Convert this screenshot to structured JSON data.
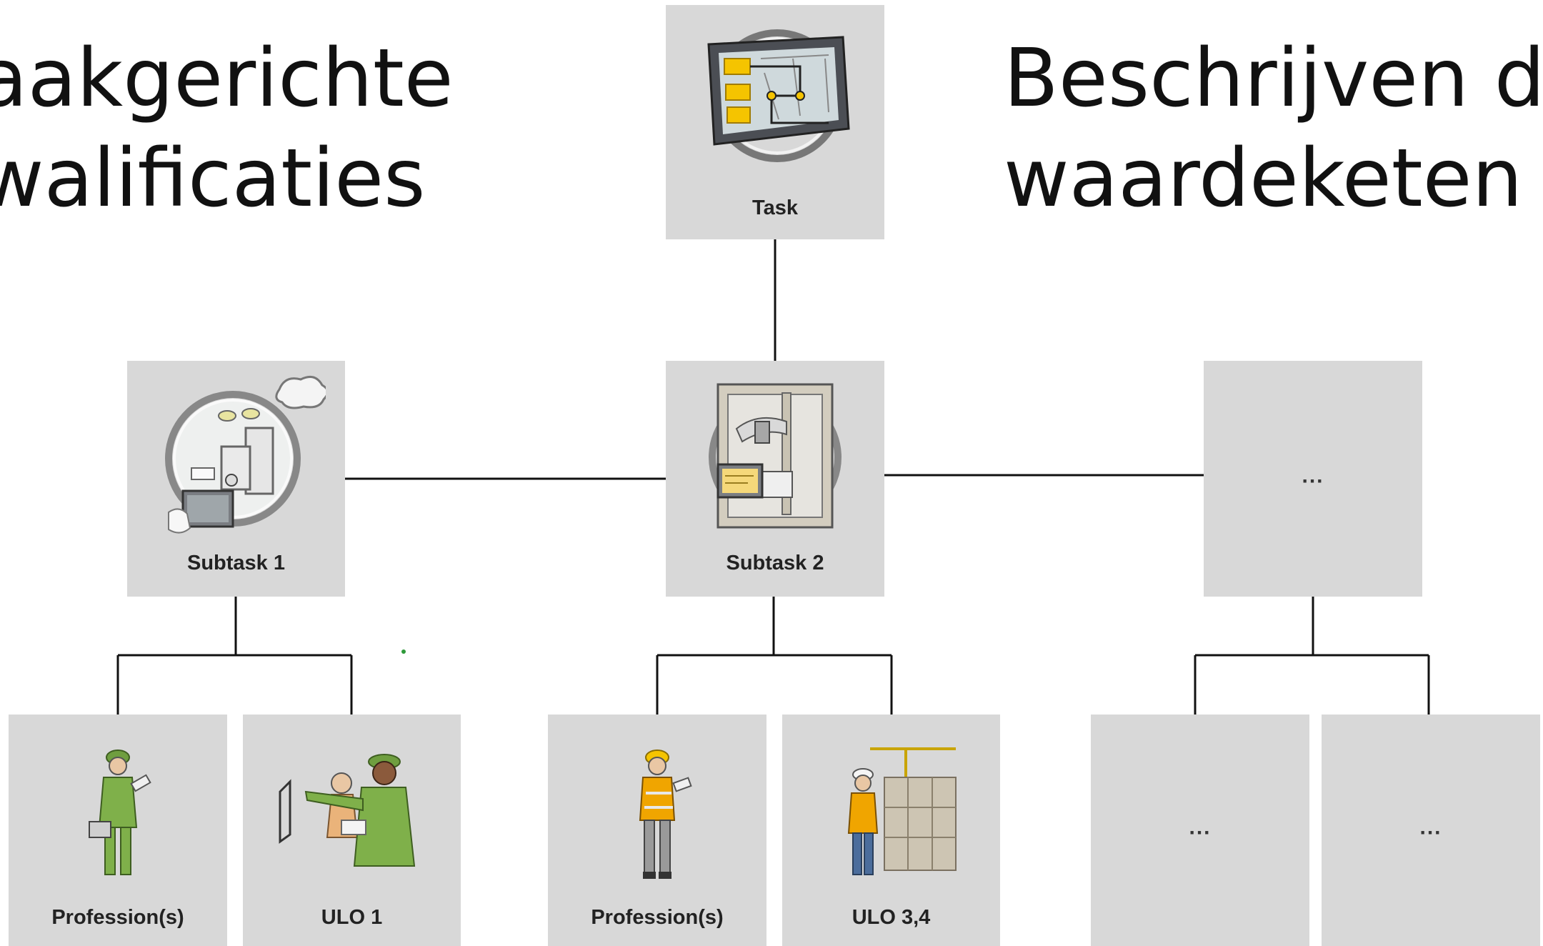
{
  "headings": {
    "left": [
      "aakgerichte",
      "walificaties"
    ],
    "right": [
      "Beschrijven de",
      "waardeketen"
    ]
  },
  "nodes": {
    "task": "Task",
    "subtask1": "Subtask 1",
    "subtask2": "Subtask 2",
    "subtask3": "...",
    "profession1": "Profession(s)",
    "ulo1": "ULO 1",
    "profession2": "Profession(s)",
    "ulo34": "ULO 3,4",
    "leaf5": "...",
    "leaf6": "..."
  },
  "colors": {
    "node_fill": "#d8d8d8",
    "connector": "#111111",
    "accent_yellow": "#f5c400",
    "worker_green": "#7fb04a",
    "safety_orange": "#f0a500"
  }
}
